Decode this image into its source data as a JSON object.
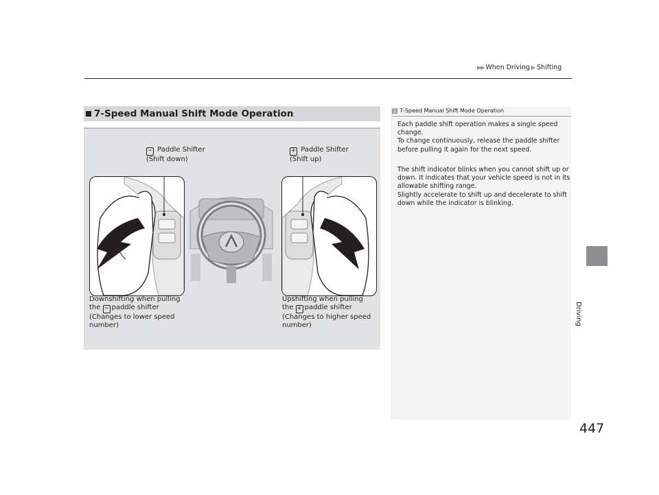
{
  "header": {
    "breadcrumb": [
      "When Driving",
      "Shifting"
    ]
  },
  "side_tab": {
    "label": "Driving"
  },
  "page_number": "447",
  "section": {
    "title": "7-Speed Manual Shift Mode Operation"
  },
  "figure": {
    "left_callout": {
      "key": "−",
      "lines": [
        "Paddle Shifter",
        "(Shift down)"
      ]
    },
    "right_callout": {
      "key": "+",
      "lines": [
        "Paddle Shifter",
        "(Shift up)"
      ]
    },
    "left_caption": {
      "line1": "Downshifting when pulling",
      "line2_pre": "the",
      "line2_key": "−",
      "line2_post": "paddle shifter",
      "line3": "(Changes to lower speed",
      "line4": "number)"
    },
    "right_caption": {
      "line1": "Upshifting when pulling",
      "line2_pre": "the",
      "line2_key": "+",
      "line2_post": "paddle shifter",
      "line3": "(Changes to higher speed",
      "line4": "number)"
    }
  },
  "note": {
    "marker": "1",
    "title": "7-Speed Manual Shift Mode Operation",
    "para1": [
      "Each paddle shift operation makes a single speed",
      "change.",
      "To change continuously, release the paddle shifter",
      "before pulling it again for the next speed."
    ],
    "para2": [
      "The shift indicator blinks when you cannot shift up or",
      "down. It indicates that your vehicle speed is not in its",
      "allowable shifting range.",
      "Slightly accelerate to shift up and decelerate to shift",
      "down while the indicator is blinking."
    ]
  }
}
